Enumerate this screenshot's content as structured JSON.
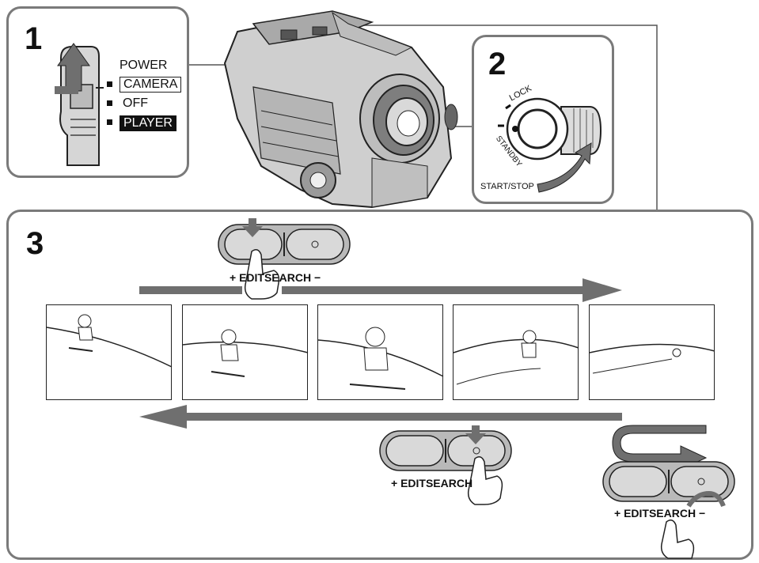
{
  "step1": {
    "number": "1",
    "power_label": "POWER",
    "options": [
      "CAMERA",
      "OFF",
      "PLAYER"
    ]
  },
  "step2": {
    "number": "2",
    "lock_label": "LOCK",
    "standby_label": "STANDBY",
    "start_stop_label": "START/STOP"
  },
  "step3": {
    "number": "3",
    "edit_search_label_top": "+ EDITSEARCH −",
    "edit_search_label_mid": "+ EDITSEARCH",
    "edit_search_label_right": "+ EDITSEARCH −",
    "frames": [
      "frame-1",
      "frame-2",
      "frame-3",
      "frame-4",
      "frame-5"
    ]
  },
  "colors": {
    "panel_border": "#7a7a7a",
    "arrow_gray": "#6f6f6f",
    "button_gray": "#b9b9b9"
  }
}
